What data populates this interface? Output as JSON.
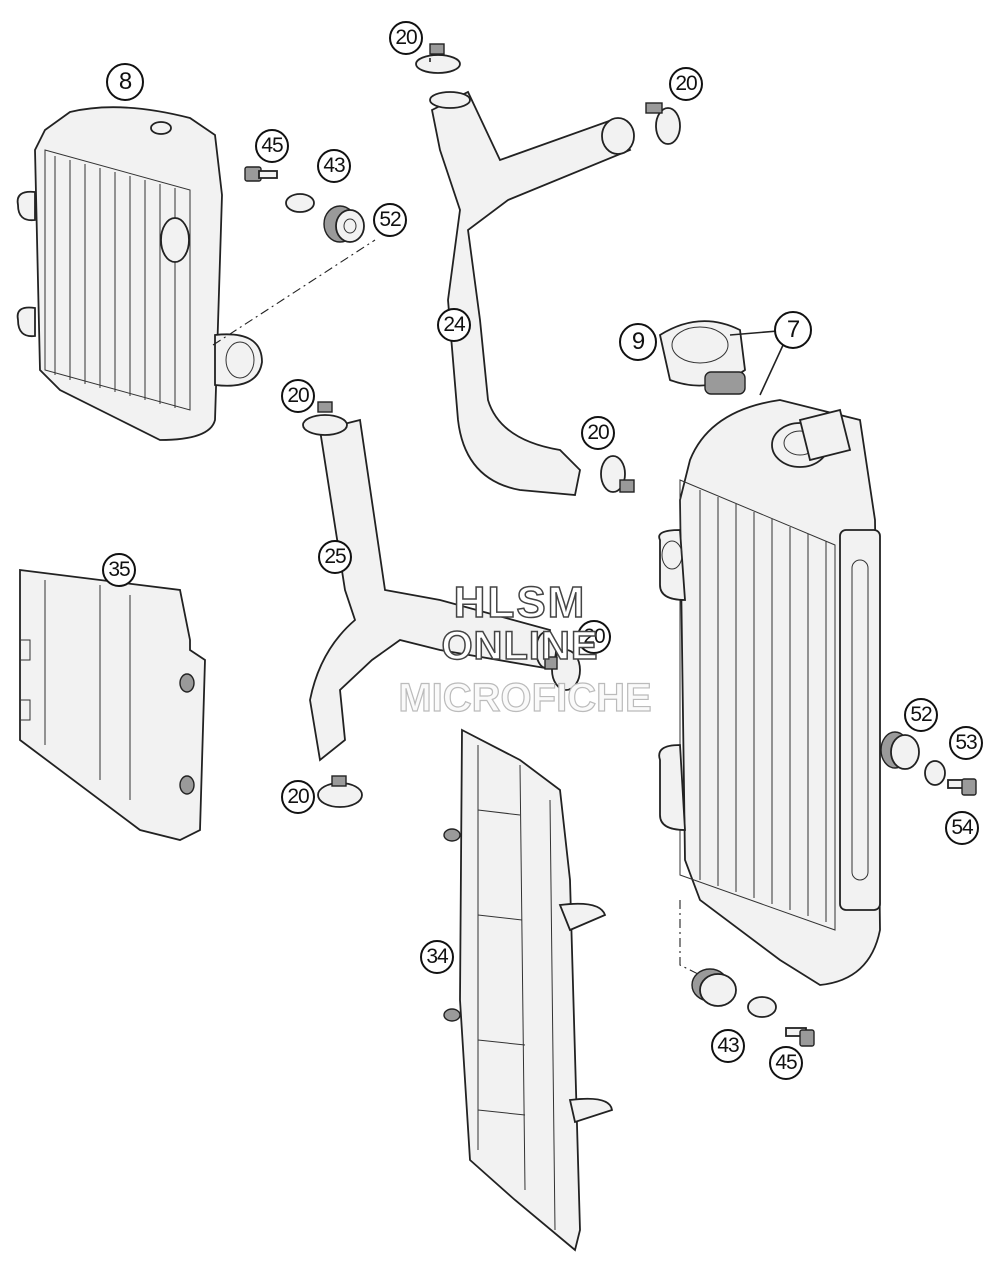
{
  "callouts": [
    {
      "id": "c8a",
      "label": "8"
    },
    {
      "id": "c45a",
      "label": "45"
    },
    {
      "id": "c43a",
      "label": "43"
    },
    {
      "id": "c52a",
      "label": "52"
    },
    {
      "id": "c20a",
      "label": "20"
    },
    {
      "id": "c20b",
      "label": "20"
    },
    {
      "id": "c24",
      "label": "24"
    },
    {
      "id": "c9",
      "label": "9"
    },
    {
      "id": "c7",
      "label": "7"
    },
    {
      "id": "c20c",
      "label": "20"
    },
    {
      "id": "c20d",
      "label": "20"
    },
    {
      "id": "c25",
      "label": "25"
    },
    {
      "id": "c20e",
      "label": "20"
    },
    {
      "id": "c35",
      "label": "35"
    },
    {
      "id": "c20f",
      "label": "20"
    },
    {
      "id": "c52b",
      "label": "52"
    },
    {
      "id": "c53",
      "label": "53"
    },
    {
      "id": "c54",
      "label": "54"
    },
    {
      "id": "c34",
      "label": "34"
    },
    {
      "id": "c43b",
      "label": "43"
    },
    {
      "id": "c45b",
      "label": "45"
    }
  ],
  "watermark": {
    "line1": "HLSM",
    "line2": "ONLINE",
    "line3": "MICROFICHE"
  }
}
